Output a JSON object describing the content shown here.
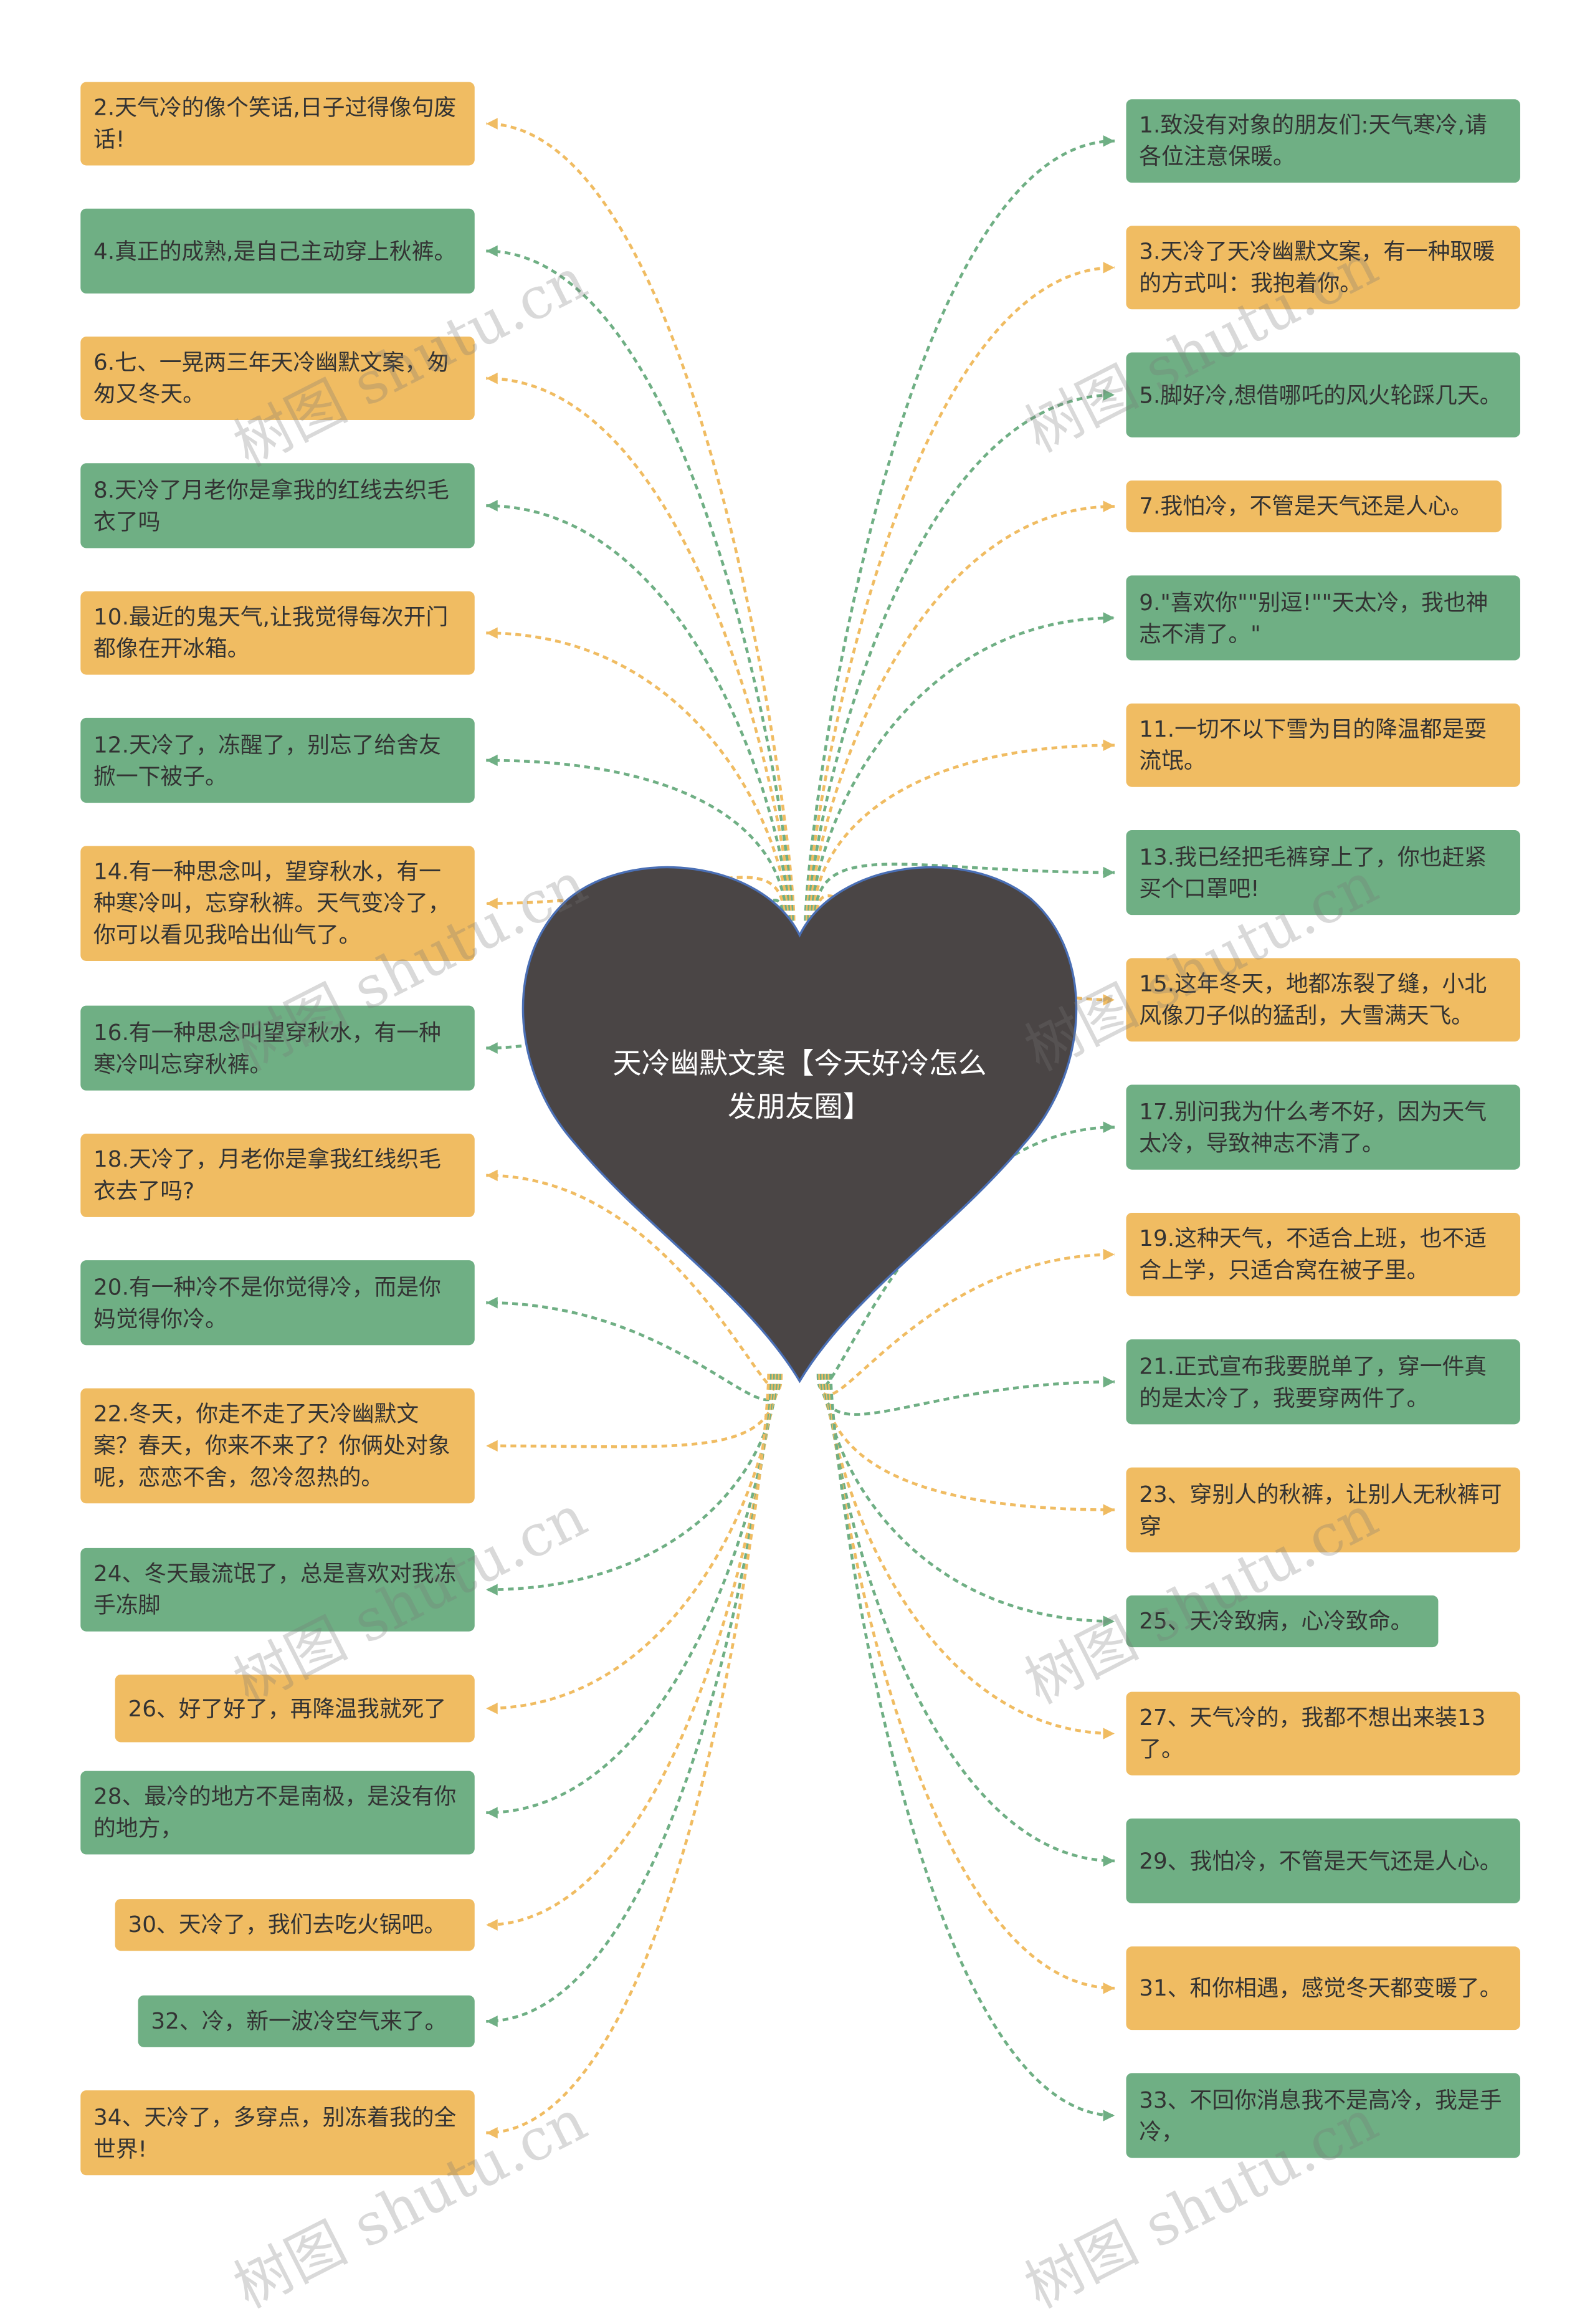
{
  "title": "天冷幽默文案【今天好冷怎么发朋友圈】",
  "colors": {
    "orange": "#F0BC62",
    "green": "#6FAF84",
    "heart": "#4A4545",
    "heart_outline": "#4A6FB5"
  },
  "watermark": "树图 shutu.cn",
  "left": [
    {
      "text": "2.天气冷的像个笑话,日子过得像句废话!",
      "color": "orange"
    },
    {
      "text": "4.真正的成熟,是自己主动穿上秋裤。",
      "color": "green"
    },
    {
      "text": "6.七、一晃两三年天冷幽默文案，匆匆又冬天。",
      "color": "orange"
    },
    {
      "text": "8.天冷了月老你是拿我的红线去织毛衣了吗",
      "color": "green"
    },
    {
      "text": "10.最近的鬼天气,让我觉得每次开门都像在开冰箱。",
      "color": "orange"
    },
    {
      "text": "12.天冷了，冻醒了，别忘了给舍友掀一下被子。",
      "color": "green"
    },
    {
      "text": "14.有一种思念叫，望穿秋水，有一种寒冷叫，忘穿秋裤。天气变冷了，你可以看见我哈出仙气了。",
      "color": "orange"
    },
    {
      "text": "16.有一种思念叫望穿秋水，有一种寒冷叫忘穿秋裤。",
      "color": "green"
    },
    {
      "text": "18.天冷了，月老你是拿我红线织毛衣去了吗?",
      "color": "orange"
    },
    {
      "text": "20.有一种冷不是你觉得冷，而是你妈觉得你冷。",
      "color": "green"
    },
    {
      "text": "22.冬天，你走不走了天冷幽默文案？春天，你来不来了？你俩处对象呢，恋恋不舍，忽冷忽热的。",
      "color": "orange"
    },
    {
      "text": "24、冬天最流氓了，总是喜欢对我冻手冻脚",
      "color": "green"
    },
    {
      "text": "26、好了好了，再降温我就死了",
      "color": "orange"
    },
    {
      "text": "28、最冷的地方不是南极，是没有你的地方，",
      "color": "green"
    },
    {
      "text": "30、天冷了，我们去吃火锅吧。",
      "color": "orange"
    },
    {
      "text": "32、冷，新一波冷空气来了。",
      "color": "green"
    },
    {
      "text": "34、天冷了，多穿点，别冻着我的全世界!",
      "color": "orange"
    }
  ],
  "right": [
    {
      "text": "1.致没有对象的朋友们:天气寒冷,请各位注意保暖。",
      "color": "green"
    },
    {
      "text": "3.天冷了天冷幽默文案，有一种取暖的方式叫：我抱着你。",
      "color": "orange"
    },
    {
      "text": "5.脚好冷,想借哪吒的风火轮踩几天。",
      "color": "green"
    },
    {
      "text": "7.我怕冷，不管是天气还是人心。",
      "color": "orange"
    },
    {
      "text": "9.\"喜欢你\"\"别逗!\"\"天太冷，我也神志不清了。\"",
      "color": "green"
    },
    {
      "text": "11.一切不以下雪为目的降温都是耍流氓。",
      "color": "orange"
    },
    {
      "text": "13.我已经把毛裤穿上了，你也赶紧买个口罩吧!",
      "color": "green"
    },
    {
      "text": "15.这年冬天，地都冻裂了缝，小北风像刀子似的猛刮，大雪满天飞。",
      "color": "orange"
    },
    {
      "text": "17.别问我为什么考不好，因为天气太冷，导致神志不清了。",
      "color": "green"
    },
    {
      "text": "19.这种天气，不适合上班，也不适合上学，只适合窝在被子里。",
      "color": "orange"
    },
    {
      "text": "21.正式宣布我要脱单了，穿一件真的是太冷了，我要穿两件了。",
      "color": "green"
    },
    {
      "text": "23、穿别人的秋裤，让别人无秋裤可穿",
      "color": "orange"
    },
    {
      "text": "25、天冷致病，心冷致命。",
      "color": "green"
    },
    {
      "text": "27、天气冷的，我都不想出来装13了。",
      "color": "orange"
    },
    {
      "text": "29、我怕冷，不管是天气还是人心。",
      "color": "green"
    },
    {
      "text": "31、和你相遇，感觉冬天都变暖了。",
      "color": "orange"
    },
    {
      "text": "33、不回你消息我不是高冷，我是手冷，",
      "color": "green"
    }
  ]
}
